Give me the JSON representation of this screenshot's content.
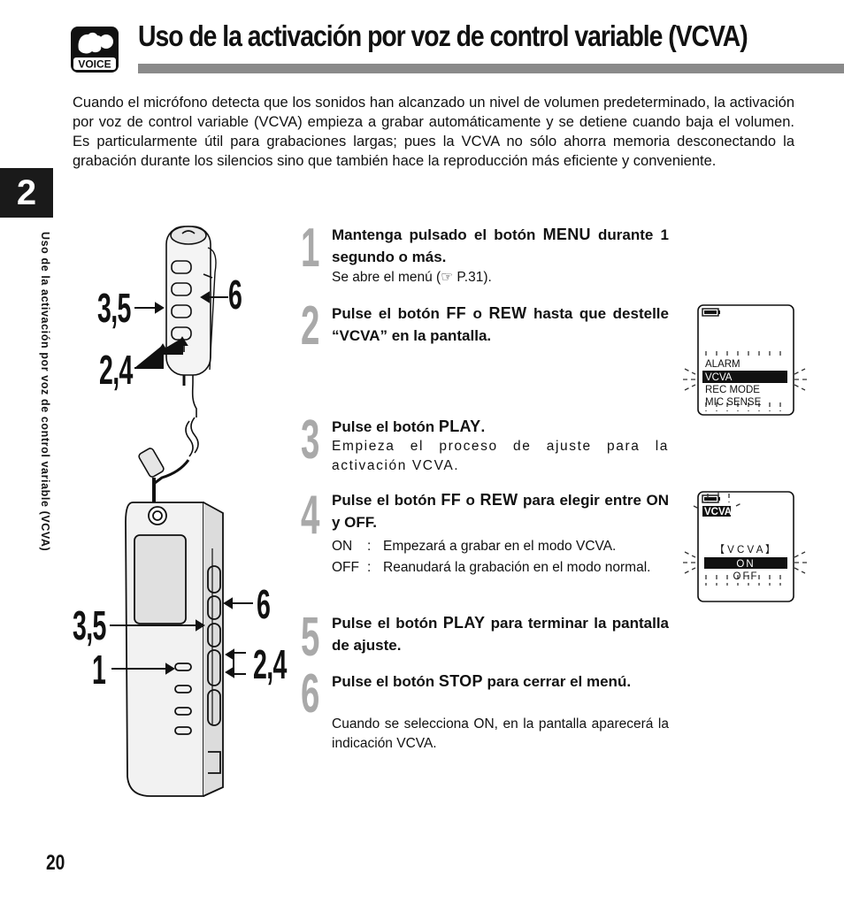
{
  "header": {
    "logo_text": "VOICE",
    "title": "Uso de la activación por voz de control variable (VCVA)"
  },
  "intro": "Cuando el micrófono detecta que los sonidos han alcanzado un nivel de volumen predeterminado, la activación por voz de control variable (VCVA) empieza a grabar automáticamente y se detiene cuando baja el volumen. Es particularmente útil para grabaciones largas; pues la VCVA no sólo ahorra memoria desconectando la grabación durante los silencios sino que también hace la reproducción más eficiente y conveniente.",
  "chapter": {
    "number": "2",
    "side_label": "Uso de la activación por voz de control variable (VCVA)"
  },
  "steps": [
    {
      "num": "1",
      "head_pre": "Mantenga pulsado el botón ",
      "key": "MENU",
      "head_post": " durante 1 segundo o más.",
      "body_pre": "Se abre el menú (",
      "ref_icon": "☞",
      "body_post": " P.31)."
    },
    {
      "num": "2",
      "head_pre": "Pulse el botón ",
      "key": "FF",
      "mid": " o ",
      "key2": "REW",
      "head_post": " hasta que destelle “VCVA” en la pantalla."
    },
    {
      "num": "3",
      "head_pre": "Pulse el botón ",
      "key": "PLAY",
      "head_post": ".",
      "body": "Empieza el proceso de ajuste para la activación VCVA."
    },
    {
      "num": "4",
      "head_pre": "Pulse el botón ",
      "key": "FF",
      "mid": " o ",
      "key2": "REW",
      "head_post": " para elegir entre ON y OFF.",
      "on_label": "ON",
      "on_sep": ":",
      "on_text": "Empezará a grabar en el modo VCVA.",
      "off_label": "OFF",
      "off_sep": ":",
      "off_text": "Reanudará la grabación en el modo normal."
    },
    {
      "num": "5",
      "head_pre": "Pulse el botón ",
      "key": "PLAY",
      "head_post": " para terminar la pantalla de ajuste."
    },
    {
      "num": "6",
      "head_pre": "Pulse el botón ",
      "key": "STOP",
      "head_post": " para cerrar el menú.",
      "body": "Cuando se selecciona ON, en la pantalla aparecerá la indicación VCVA."
    }
  ],
  "lcd1": {
    "items": [
      "ALARM",
      "VCVA",
      "REC MODE",
      "MIC SENSE"
    ],
    "selected": "VCVA"
  },
  "lcd2": {
    "badge": "VCVA",
    "bracket_title": "【 V C V A 】",
    "options": [
      "ON",
      "OFF"
    ],
    "selected": "ON"
  },
  "callouts": {
    "remote_a": "3,5",
    "remote_b": "2,4",
    "remote_c": "6",
    "body_a": "3,5",
    "body_b": "1",
    "body_c": "6",
    "body_d": "2,4"
  },
  "page_number": "20",
  "colors": {
    "rule": "#8a8a8a",
    "step_number": "#a9a9a9",
    "tab": "#1a1a1a"
  }
}
